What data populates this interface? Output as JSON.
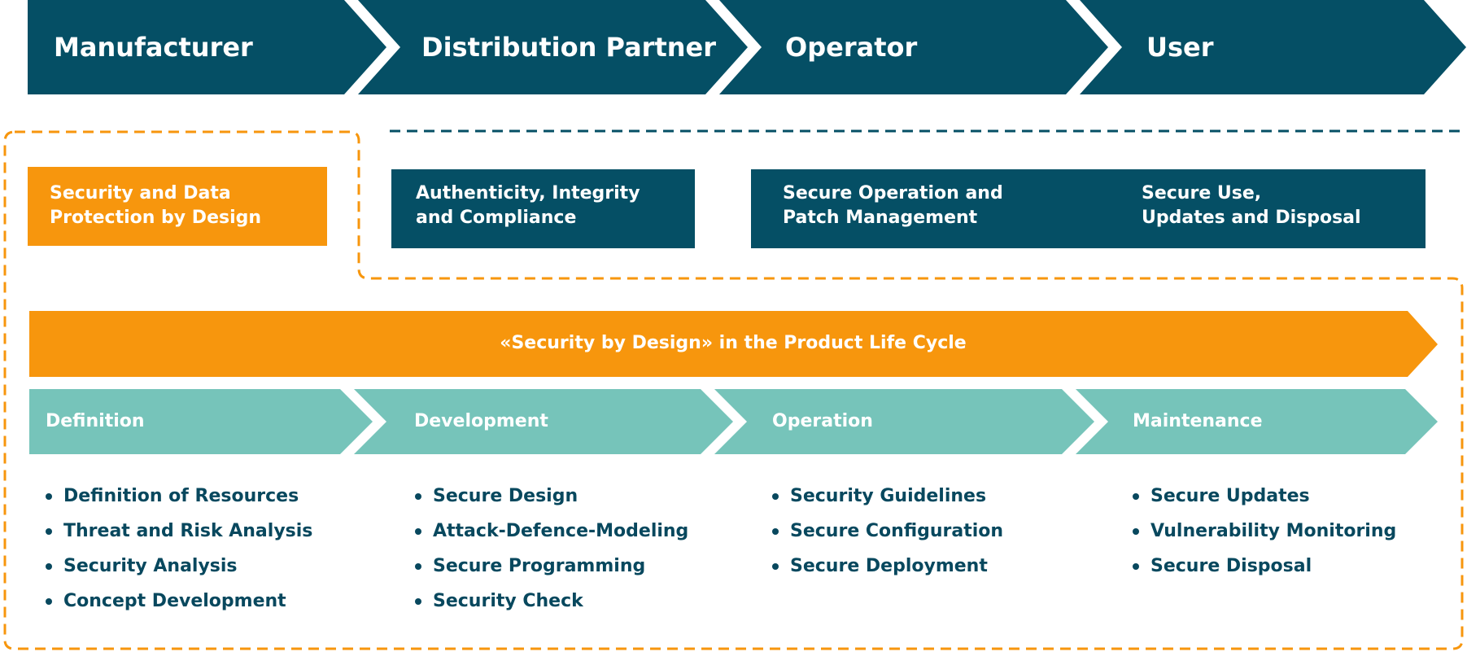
{
  "colors": {
    "teal_dark": "#054f65",
    "orange": "#f7960d",
    "mint": "#76c4ba",
    "text_dark": "#08485e"
  },
  "roles": [
    {
      "label": "Manufacturer"
    },
    {
      "label": "Distribution Partner"
    },
    {
      "label": "Operator"
    },
    {
      "label": "User"
    }
  ],
  "boxes": {
    "security_data_protection": "Security and Data\nProtection by Design",
    "authenticity": "Authenticity, Integrity\nand Compliance",
    "secure_operation": "Secure Operation and\nPatch Management",
    "secure_use": "Secure Use,\nUpdates and Disposal"
  },
  "banner": {
    "label": "«Security by Design» in the Product Life Cycle"
  },
  "phases": [
    {
      "label": "Definition",
      "items": [
        "Definition of Resources",
        "Threat and Risk Analysis",
        "Security Analysis",
        "Concept Development"
      ]
    },
    {
      "label": "Development",
      "items": [
        "Secure Design",
        "Attack-Defence-Modeling",
        "Secure Programming",
        "Security Check"
      ]
    },
    {
      "label": "Operation",
      "items": [
        "Security Guidelines",
        "Secure Configuration",
        "Secure Deployment"
      ]
    },
    {
      "label": "Maintenance",
      "items": [
        "Secure Updates",
        "Vulnerability Monitoring",
        "Secure Disposal"
      ]
    }
  ]
}
